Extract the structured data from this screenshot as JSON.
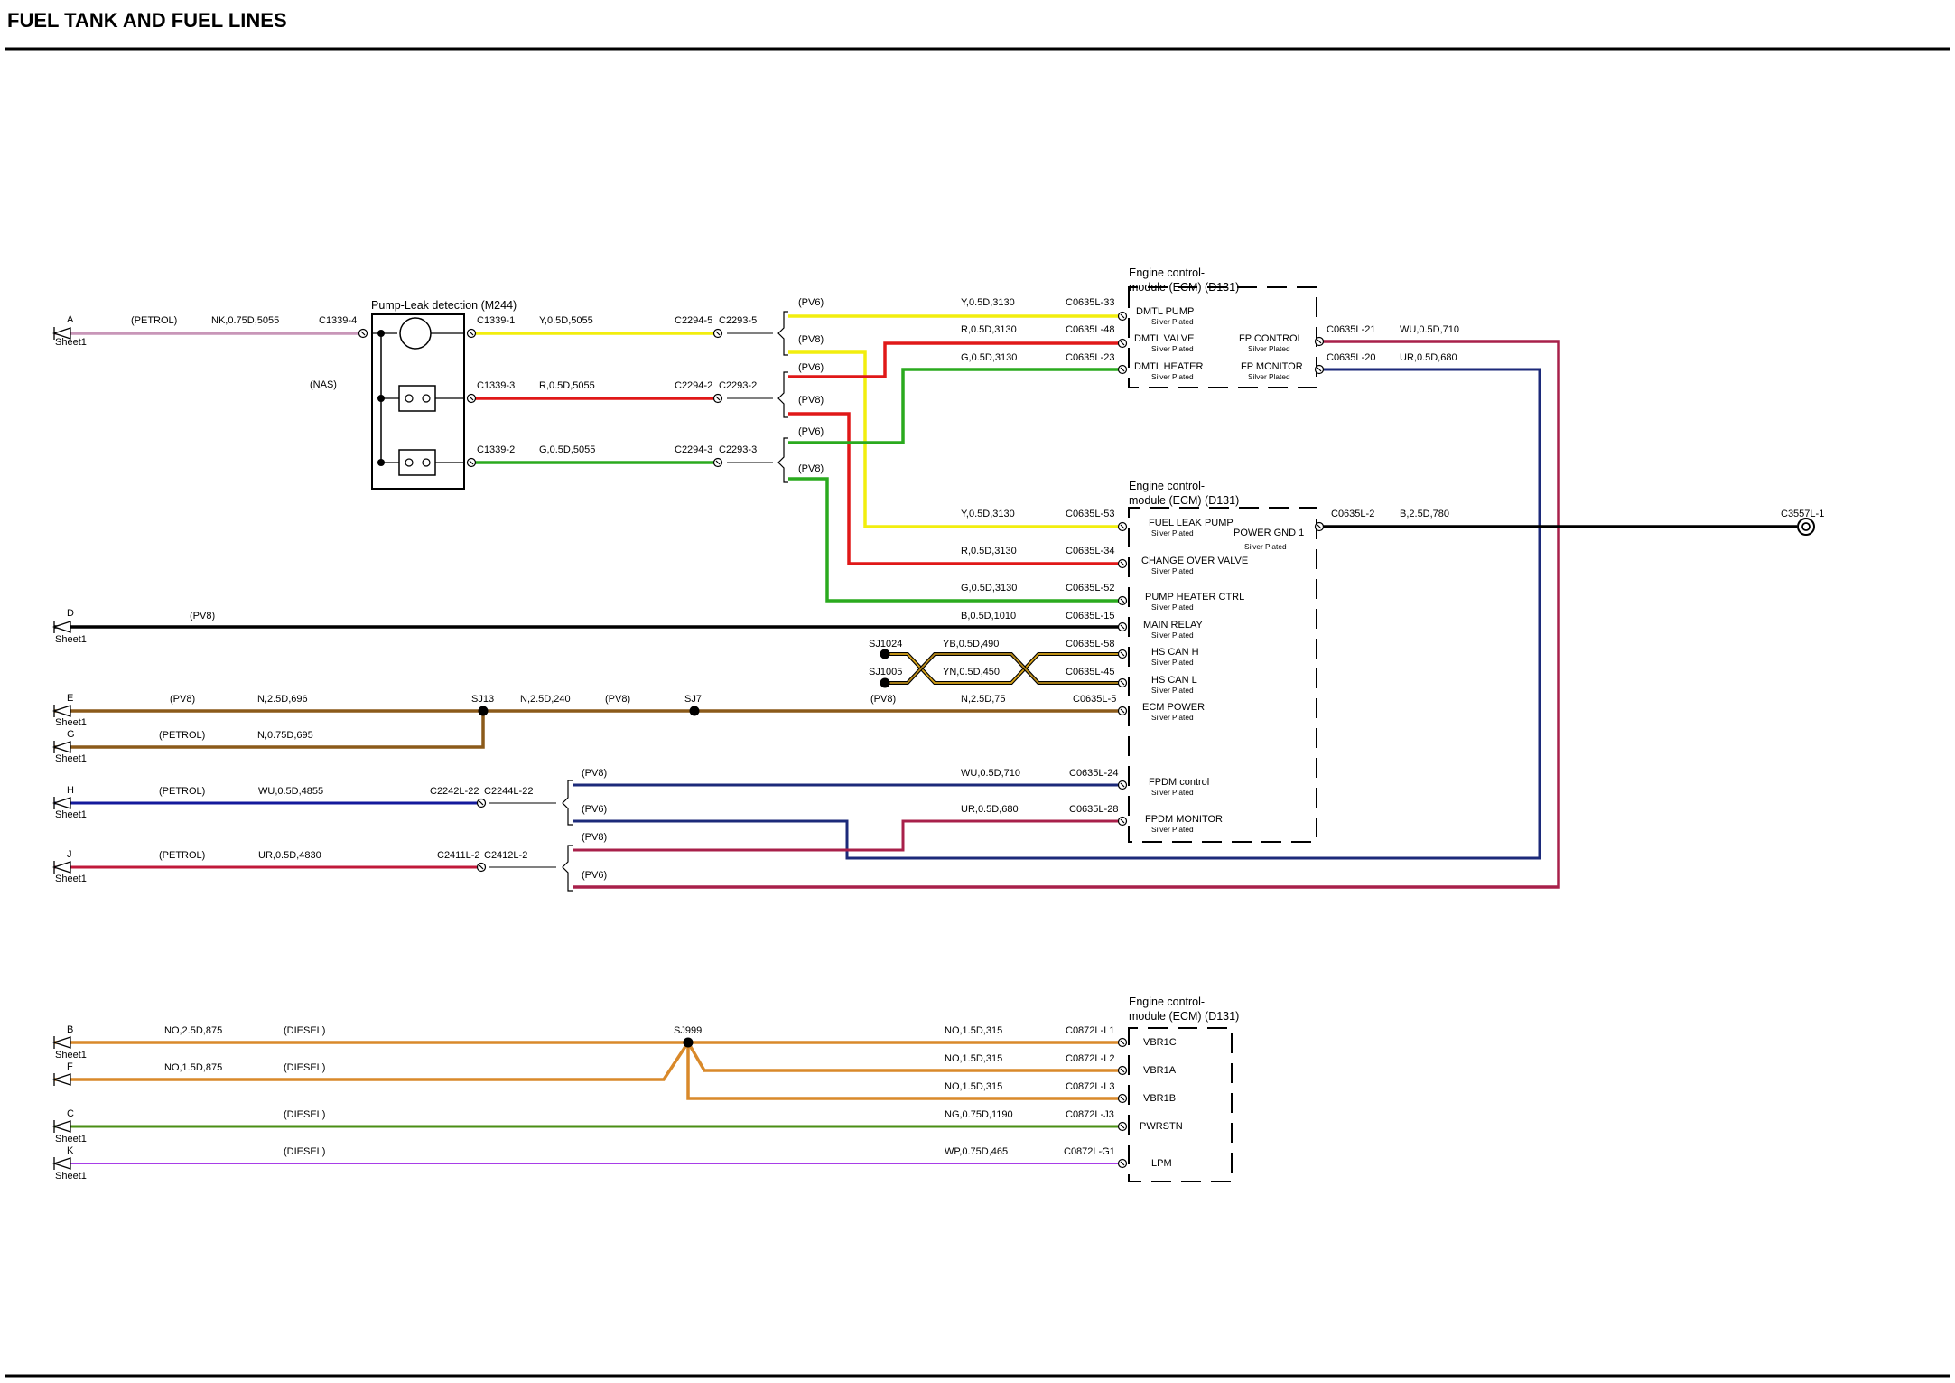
{
  "title": "FUEL TANK AND FUEL LINES",
  "colors": {
    "pink": "#c896b8",
    "red": "#e01818",
    "green": "#2aaa1e",
    "yellow": "#f2ee0e",
    "black": "#000000",
    "brown": "#8b5a1a",
    "blue": "#141a9c",
    "maroon": "#a8204a",
    "orange": "#d9892a",
    "olive": "#4a8e14",
    "purple": "#a83ee8",
    "navy": "#1c2a7a"
  },
  "pump": {
    "name": "Pump-Leak detection (M244)",
    "nas": "(NAS)",
    "pins": [
      "C1339-4",
      "C1339-1",
      "C1339-3",
      "C1339-2"
    ]
  },
  "ecm_title_line1": "Engine control-",
  "ecm_title_line2": "module (ECM) (D131)",
  "silver": "Silver Plated",
  "sheet": "Sheet1",
  "offsheet": [
    "A",
    "D",
    "E",
    "G",
    "H",
    "J",
    "B",
    "F",
    "C",
    "K"
  ],
  "wire_labels": {
    "a_variant": "(PETROL)",
    "a_wire": "NK,0.75D,5055",
    "w1": "Y,0.5D,5055",
    "w2": "R,0.5D,5055",
    "w3": "G,0.5D,5055",
    "c2294_5": "C2294-5",
    "c2293_5": "C2293-5",
    "c2294_2": "C2294-2",
    "c2293_2": "C2293-2",
    "c2294_3": "C2294-3",
    "c2293_3": "C2293-3",
    "pv6": "(PV6)",
    "pv8": "(PV8)",
    "petrol": "(PETROL)",
    "diesel": "(DIESEL)",
    "y3130": "Y,0.5D,3130",
    "r3130": "R,0.5D,3130",
    "g3130": "G,0.5D,3130",
    "b1010": "B,0.5D,1010",
    "yb490": "YB,0.5D,490",
    "yn450": "YN,0.5D,450",
    "n696": "N,2.5D,696",
    "n240": "N,2.5D,240",
    "n75": "N,2.5D,75",
    "n0696": "N,0.75D,695",
    "wu4855": "WU,0.5D,4855",
    "ur4830": "UR,0.5D,4830",
    "wu710": "WU,0.5D,710",
    "ur680": "UR,0.5D,680",
    "b780": "B,2.5D,780",
    "no875a": "NO,2.5D,875",
    "no875b": "NO,1.5D,875",
    "no315": "NO,1.5D,315",
    "ng1190": "NG,0.75D,1190",
    "wp465": "WP,0.75D,465"
  },
  "splices": {
    "sj13": "SJ13",
    "sj7": "SJ7",
    "sj1024": "SJ1024",
    "sj1005": "SJ1005",
    "sj999": "SJ999"
  },
  "connectors": {
    "c2242": "C2242L-22",
    "c2244": "C2244L-22",
    "c2411": "C2411L-2",
    "c2412": "C2412L-2",
    "c33": "C0635L-33",
    "c48": "C0635L-48",
    "c23": "C0635L-23",
    "c21": "C0635L-21",
    "c20": "C0635L-20",
    "c53": "C0635L-53",
    "c34": "C0635L-34",
    "c52": "C0635L-52",
    "c15": "C0635L-15",
    "c58": "C0635L-58",
    "c45": "C0635L-45",
    "c5": "C0635L-5",
    "c24": "C0635L-24",
    "c28": "C0635L-28",
    "c2": "C0635L-2",
    "c3557": "C3557L-1",
    "l1": "C0872L-L1",
    "l2": "C0872L-L2",
    "l3": "C0872L-L3",
    "j3": "C0872L-J3",
    "g1": "C0872L-G1"
  },
  "ecm1": {
    "pins": [
      "DMTL PUMP",
      "DMTL VALVE",
      "DMTL HEATER"
    ],
    "right": [
      "FP CONTROL",
      "FP MONITOR"
    ]
  },
  "ecm2": {
    "pins": [
      "FUEL LEAK PUMP",
      "CHANGE OVER VALVE",
      "PUMP HEATER CTRL",
      "MAIN RELAY",
      "HS CAN H",
      "HS CAN L",
      "ECM POWER",
      "FPDM control",
      "FPDM MONITOR"
    ],
    "right": "POWER GND 1"
  },
  "ecm3": {
    "pins": [
      "VBR1C",
      "VBR1A",
      "VBR1B",
      "PWRSTN",
      "LPM"
    ]
  }
}
